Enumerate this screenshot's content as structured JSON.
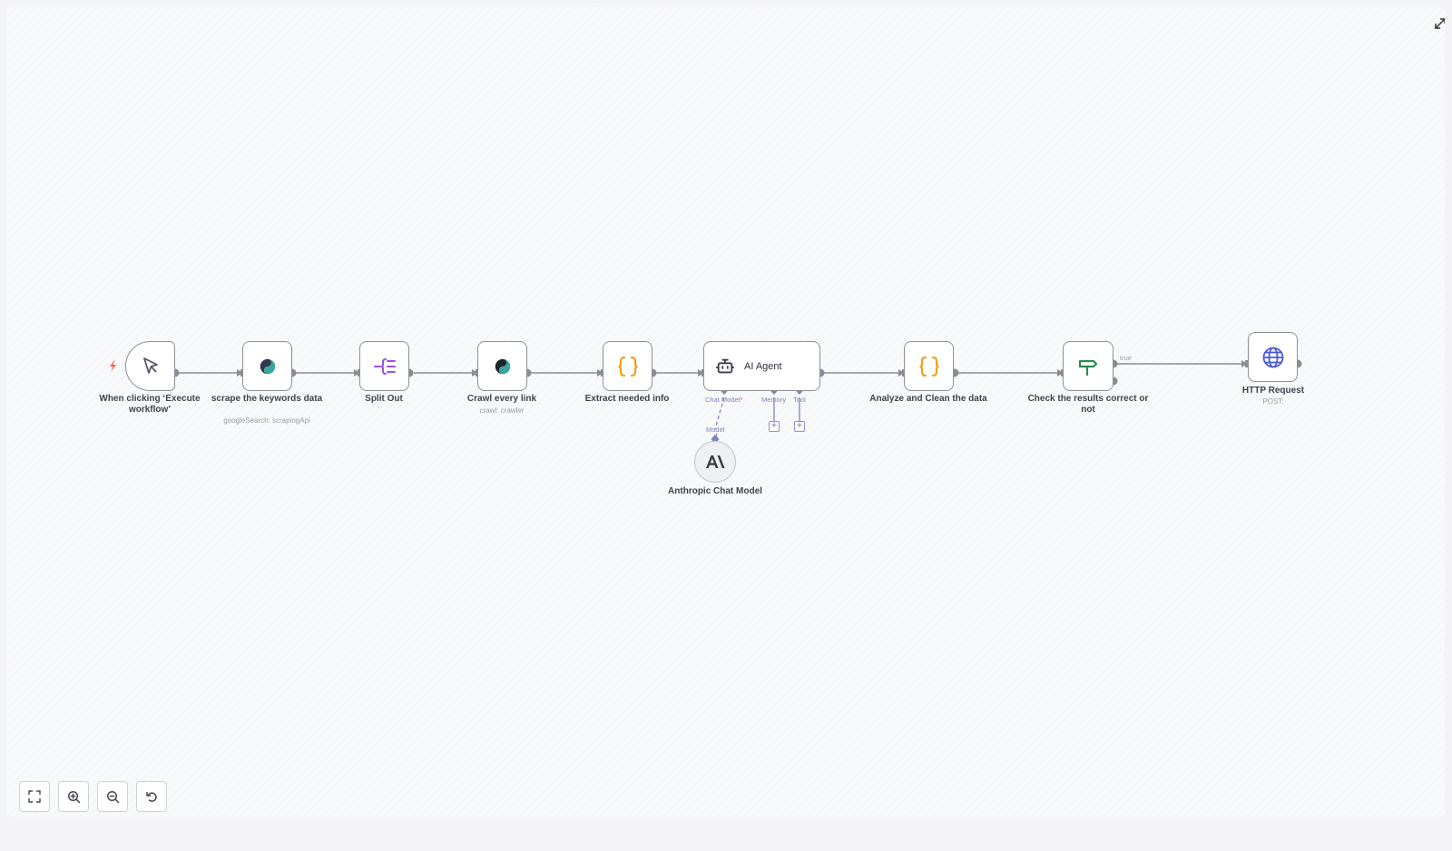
{
  "nodes": {
    "trigger": {
      "label": "When clicking ‘Execute workflow’"
    },
    "scrape": {
      "label": "scrape the keywords data",
      "subtitle": "googleSearch: scrapingApi"
    },
    "split": {
      "label": "Split Out"
    },
    "crawl": {
      "label": "Crawl every link",
      "subtitle": "crawl: crawler"
    },
    "extract": {
      "label": "Extract needed info"
    },
    "agent": {
      "label": "AI Agent"
    },
    "analyze": {
      "label": "Analyze and Clean the data"
    },
    "check": {
      "label": "Check the results correct or not"
    },
    "http": {
      "label": "HTTP Request",
      "subtitle": "POST:"
    },
    "anthropic": {
      "label": "Anthropic Chat Model"
    }
  },
  "ports": {
    "chat_model": "Chat Model",
    "required_mark": "*",
    "memory": "Memory",
    "tool": "Tool",
    "model": "Model",
    "true_branch": "true"
  },
  "plus_symbol": "+",
  "icons": {
    "trigger": "cursor-icon",
    "scrape": "scraper-swirl-icon",
    "split": "split-out-icon",
    "crawl": "crawler-swirl-icon",
    "extract": "braces-icon",
    "agent": "robot-icon",
    "analyze": "braces-icon",
    "check": "signpost-icon",
    "http": "globe-icon",
    "anthropic": "anthropic-logo-icon"
  },
  "colors": {
    "node_border": "#8d8f99",
    "edge": "#8a8c96",
    "port_sub": "#7e83b6",
    "code_orange": "#f59f1b",
    "split_purple": "#9a52d8",
    "if_green": "#2a8a54",
    "http_blue": "#4b58d9",
    "trigger_bolt": "#f1674a"
  }
}
